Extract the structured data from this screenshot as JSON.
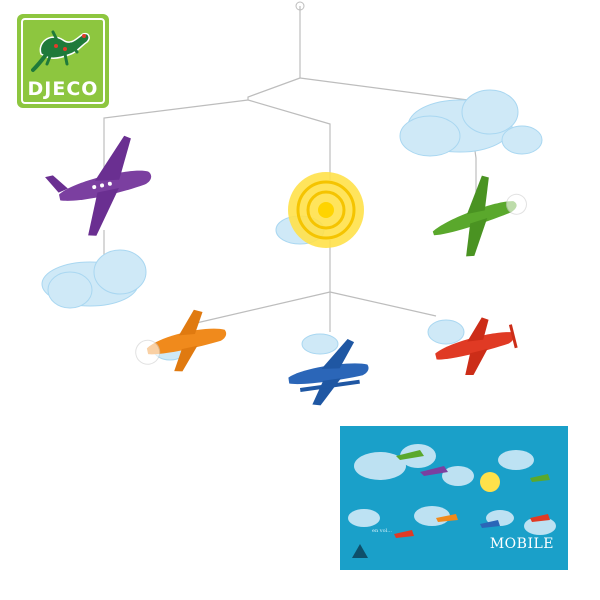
{
  "brand": {
    "name": "DJECO",
    "logo_bg": "#8dc63f",
    "logo_text_color": "#ffffff"
  },
  "product_box": {
    "title": "MOBILE",
    "subtitle": "en vol...",
    "bg": "#1aa0c9"
  },
  "colors": {
    "purple_plane": "#7b3fa0",
    "green_plane": "#5aa82c",
    "orange_plane": "#f08a1c",
    "blue_plane": "#2b66b8",
    "red_plane": "#e03a24",
    "sun": "#ffe14a",
    "cloud": "#cfe9f7",
    "wire": "#bdbdbd"
  },
  "icons": [
    "gecko-icon",
    "airplane-icon",
    "cloud-icon",
    "sun-icon"
  ]
}
